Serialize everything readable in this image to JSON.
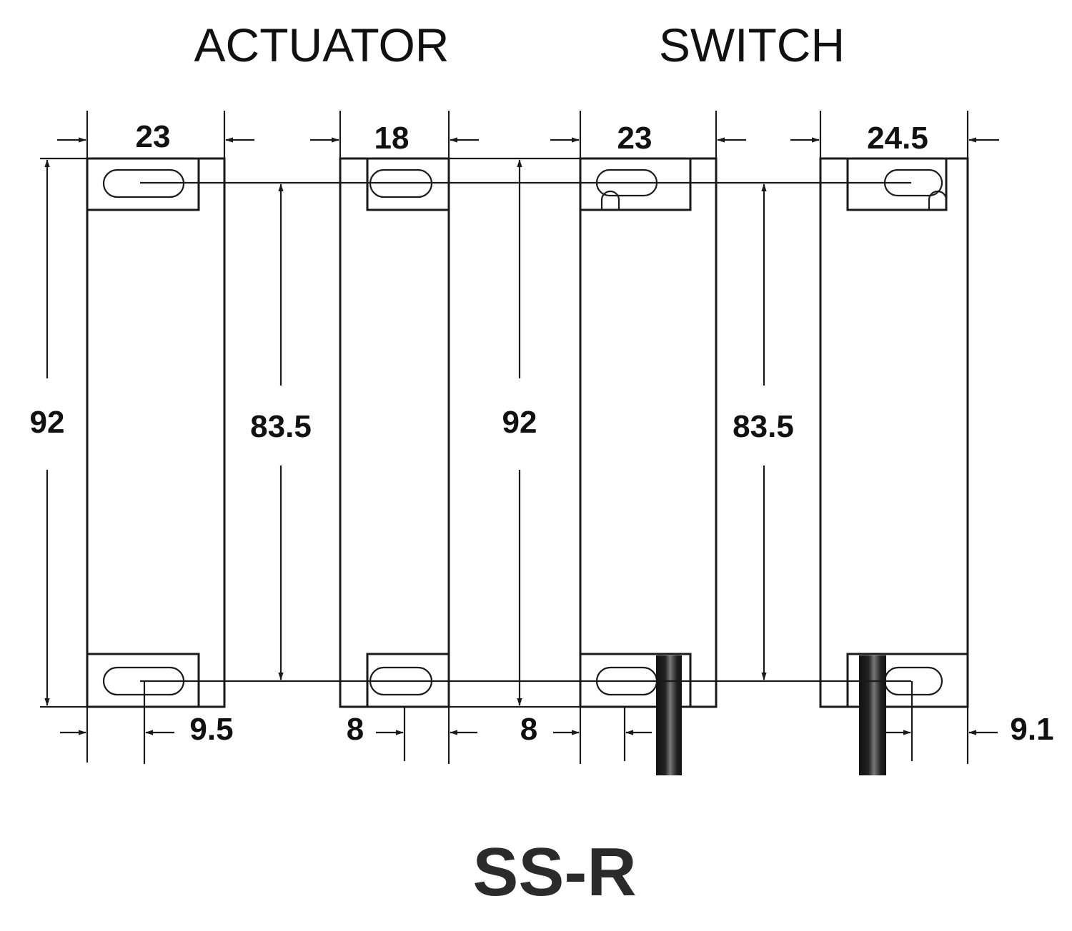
{
  "headings": {
    "actuator": "ACTUATOR",
    "switch": "SWITCH"
  },
  "model": "SS-R",
  "dimensions": {
    "actuator_front_width": "23",
    "actuator_side_width": "18",
    "switch_front_width": "23",
    "switch_side_width": "24.5",
    "actuator_height": "92",
    "actuator_hole_spacing": "83.5",
    "switch_height": "92",
    "switch_hole_spacing": "83.5",
    "actuator_front_hole_offset": "9.5",
    "actuator_side_hole_offset": "8",
    "switch_front_hole_offset": "8",
    "switch_side_hole_offset": "9.1"
  }
}
